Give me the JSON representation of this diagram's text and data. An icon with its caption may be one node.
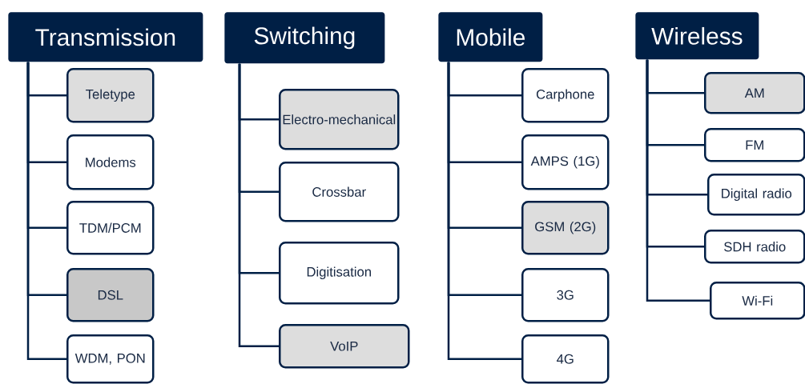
{
  "diagram": {
    "nodes": [
      {
        "text": [
          "Transmission"
        ]
      },
      {
        "text": [
          "Teletype"
        ]
      },
      {
        "text": [
          "Modems"
        ]
      },
      {
        "text": [
          "TDM/PCM"
        ]
      },
      {
        "text": [
          "DSL"
        ]
      },
      {
        "text": [
          "WDM, PON"
        ]
      },
      {
        "text": [
          "Switching"
        ]
      },
      {
        "text": [
          "Electro-mechanical"
        ]
      },
      {
        "text": [
          "Crossbar"
        ]
      },
      {
        "text": [
          "Digitisation"
        ]
      },
      {
        "text": [
          "VoIP"
        ]
      },
      {
        "text": [
          "Mobile"
        ]
      },
      {
        "text": [
          "Carphone"
        ]
      },
      {
        "text": [
          "AMPS (1G)"
        ]
      },
      {
        "text": [
          "GSM (2G)"
        ]
      },
      {
        "text": [
          "3G"
        ]
      },
      {
        "text": [
          "4G"
        ]
      },
      {
        "text": [
          "Wireless"
        ]
      },
      {
        "text": [
          "AM"
        ]
      },
      {
        "text": [
          "FM"
        ]
      },
      {
        "text": [
          "Digital radio"
        ]
      },
      {
        "text": [
          "SDH radio"
        ]
      },
      {
        "text": [
          "Wi-Fi"
        ]
      }
    ],
    "edges": [
      {
        "from": 0,
        "to": 1,
        "arrow": "none"
      },
      {
        "from": 0,
        "to": 2,
        "arrow": "none"
      },
      {
        "from": 0,
        "to": 3,
        "arrow": "none"
      },
      {
        "from": 0,
        "to": 4,
        "arrow": "none"
      },
      {
        "from": 0,
        "to": 5,
        "arrow": "none"
      },
      {
        "from": 6,
        "to": 7,
        "arrow": "none"
      },
      {
        "from": 6,
        "to": 8,
        "arrow": "none"
      },
      {
        "from": 6,
        "to": 9,
        "arrow": "none"
      },
      {
        "from": 6,
        "to": 10,
        "arrow": "none"
      },
      {
        "from": 11,
        "to": 12,
        "arrow": "none"
      },
      {
        "from": 11,
        "to": 13,
        "arrow": "none"
      },
      {
        "from": 11,
        "to": 14,
        "arrow": "none"
      },
      {
        "from": 11,
        "to": 15,
        "arrow": "none"
      },
      {
        "from": 11,
        "to": 16,
        "arrow": "none"
      },
      {
        "from": 17,
        "to": 18,
        "arrow": "none"
      },
      {
        "from": 17,
        "to": 19,
        "arrow": "none"
      },
      {
        "from": 17,
        "to": 20,
        "arrow": "none"
      },
      {
        "from": 17,
        "to": 21,
        "arrow": "none"
      },
      {
        "from": 17,
        "to": 22,
        "arrow": "none"
      }
    ]
  }
}
